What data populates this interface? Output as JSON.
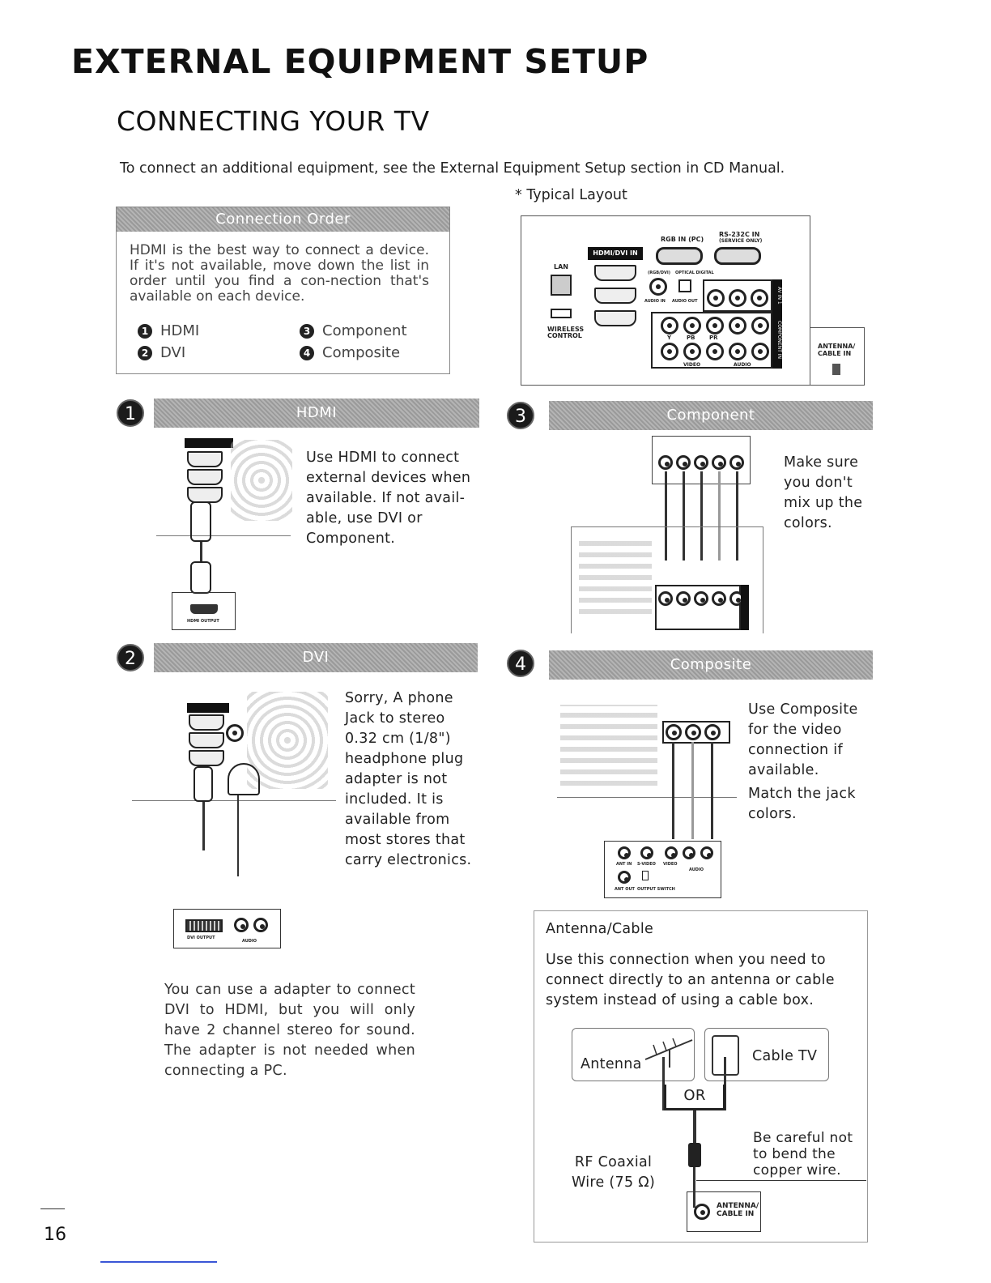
{
  "header": {
    "title": "EXTERNAL EQUIPMENT SETUP",
    "subtitle": "CONNECTING YOUR TV",
    "intro": "To connect an additional equipment, see the External Equipment Setup section in CD Manual.",
    "typical_layout": "* Typical Layout"
  },
  "connection_order": {
    "heading": "Connection Order",
    "text": "HDMI is the best way to connect a device. If it's not available, move down the list in order until you find a con-nection that's available on each device.",
    "items": [
      {
        "num": "1",
        "label": "HDMI"
      },
      {
        "num": "2",
        "label": "DVI"
      },
      {
        "num": "3",
        "label": "Component"
      },
      {
        "num": "4",
        "label": "Composite"
      }
    ]
  },
  "back_panel": {
    "hdmi_label": "HDMI/DVI IN",
    "lan_label": "LAN",
    "wireless_label": "WIRELESS CONTROL",
    "rgb_label": "RGB IN (PC)",
    "rs232_label": "RS-232C IN",
    "rs232_sub": "(SERVICE ONLY)",
    "rgb_dvi_label": "(RGB/DVI)",
    "optical_label": "OPTICAL DIGITAL",
    "audio_in_label": "AUDIO IN",
    "audio_out_label": "AUDIO OUT",
    "av_label": "AV IN 1",
    "component_label": "COMPONENT IN",
    "video_label": "VIDEO",
    "audio_label": "AUDIO",
    "antenna_label": "ANTENNA/ CABLE IN",
    "ypbpr": [
      "Y",
      "PB",
      "PR"
    ]
  },
  "sections": [
    {
      "num": "1",
      "title": "HDMI",
      "text": "Use HDMI to connect external devices when available. If not avail-able, use DVI or Component.",
      "device_label": "HDMI OUTPUT"
    },
    {
      "num": "2",
      "title": "DVI",
      "text": "Sorry, A phone Jack to stereo 0.32 cm (1/8\") headphone plug adapter is not included. It is available from most stores that carry electronics.",
      "note": "You can use a adapter to connect DVI to HDMI, but you will only have 2 channel stereo for sound. The adapter is not needed when connecting a PC.",
      "device_label": "DVI OUTPUT",
      "audio_label": "AUDIO"
    },
    {
      "num": "3",
      "title": "Component",
      "text": "Make sure you don't mix up the colors."
    },
    {
      "num": "4",
      "title": "Composite",
      "text": "Use Composite for the video connection if available.",
      "text2": "Match the jack colors.",
      "device_labels": [
        "ANT IN",
        "S-VIDEO",
        "VIDEO",
        "AUDIO",
        "ANT OUT",
        "OUTPUT SWITCH"
      ]
    }
  ],
  "antenna": {
    "heading": "Antenna/Cable",
    "text": "Use this connection when you need to connect directly to an antenna or cable system instead of using a cable box.",
    "antenna_label": "Antenna",
    "cable_label": "Cable TV",
    "or_label": "OR",
    "wire_label_1": "RF Coaxial",
    "wire_label_2": "Wire (75 Ω)",
    "caution": "Be careful not to bend the copper wire.",
    "jack_label": "ANTENNA/ CABLE IN"
  },
  "page": {
    "number": "16"
  }
}
